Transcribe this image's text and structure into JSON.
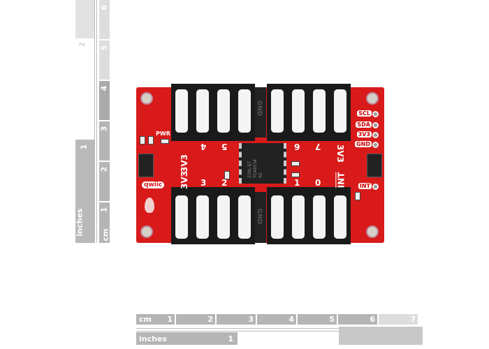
{
  "rulers": {
    "vertical_cm": {
      "unit": "cm",
      "ticks": [
        "1",
        "2",
        "3",
        "4",
        "5",
        "6"
      ]
    },
    "vertical_inches": {
      "unit": "inches",
      "ticks": [
        "1",
        "2"
      ]
    },
    "horizontal_cm": {
      "unit": "cm",
      "ticks": [
        "1",
        "2",
        "3",
        "4",
        "5",
        "6",
        "7"
      ]
    },
    "horizontal_inches": {
      "unit": "inches",
      "ticks": [
        "1"
      ]
    }
  },
  "board": {
    "color": "#d81a1a",
    "pwr_label": "PWR",
    "qwiic_logo": "qwiic",
    "top_pin_labels": [
      "3V3",
      "4",
      "5",
      "6",
      "7",
      "3V3"
    ],
    "bottom_pin_labels": [
      "3V3",
      "3",
      "2",
      "1",
      "0",
      "INT"
    ],
    "gnd_labels": [
      "GND",
      "GND"
    ],
    "header_pins": [
      "SCL",
      "SDA",
      "3V3",
      "GND",
      "INT"
    ],
    "chip_text": [
      "22AL3JT",
      "TCA9534",
      "RE"
    ]
  }
}
